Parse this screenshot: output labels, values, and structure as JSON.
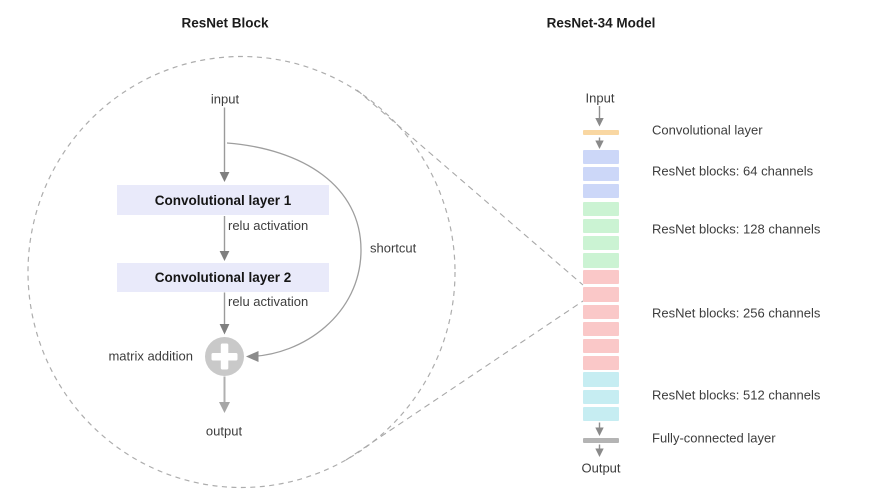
{
  "left": {
    "title": "ResNet Block",
    "input_label": "input",
    "conv1_label": "Convolutional layer 1",
    "relu1_label": "relu activation",
    "conv2_label": "Convolutional layer 2",
    "relu2_label": "relu activation",
    "matrix_addition_label": "matrix addition",
    "output_label": "output",
    "shortcut_label": "shortcut",
    "box_color": "#e9eafa",
    "plus_icon_color": "#c9c9c9"
  },
  "right": {
    "title": "ResNet-34 Model",
    "input_label": "Input",
    "output_label": "Output",
    "conv_layer": {
      "label": "Convolutional layer",
      "color": "#f9d7a2"
    },
    "groups": [
      {
        "label": "ResNet blocks: 64 channels",
        "channels": 64,
        "count": 3,
        "color": "#ccd7f8"
      },
      {
        "label": "ResNet blocks: 128 channels",
        "channels": 128,
        "count": 4,
        "color": "#cbf3d3"
      },
      {
        "label": "ResNet blocks: 256 channels",
        "channels": 256,
        "count": 6,
        "color": "#fac8c8"
      },
      {
        "label": "ResNet blocks: 512 channels",
        "channels": 512,
        "count": 3,
        "color": "#c6edf2"
      }
    ],
    "fc_layer": {
      "label": "Fully-connected layer",
      "color": "#b4b4b4"
    }
  },
  "style_colors": {
    "dashed_line": "#adadad",
    "flow_line": "#9a9a9a",
    "arrowhead": "#838383"
  }
}
